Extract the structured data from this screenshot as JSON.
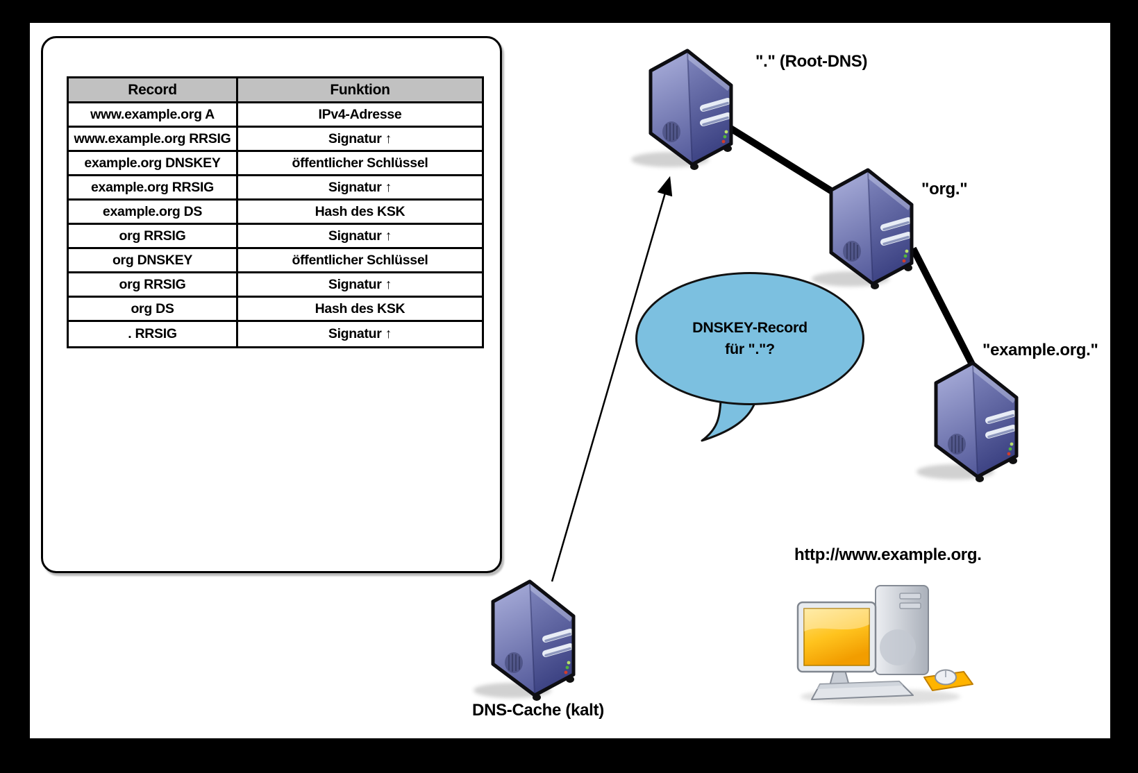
{
  "diagram": {
    "table": {
      "headers": [
        "Record",
        "Funktion"
      ],
      "rows": [
        [
          "www.example.org A",
          "IPv4-Adresse"
        ],
        [
          "www.example.org RRSIG",
          "Signatur ↑"
        ],
        [
          "example.org DNSKEY",
          "öffentlicher Schlüssel"
        ],
        [
          "example.org RRSIG",
          "Signatur ↑"
        ],
        [
          "example.org DS",
          "Hash des KSK"
        ],
        [
          "org RRSIG",
          "Signatur ↑"
        ],
        [
          "org DNSKEY",
          "öffentlicher Schlüssel"
        ],
        [
          "org RRSIG",
          "Signatur ↑"
        ],
        [
          "org DS",
          "Hash des KSK"
        ],
        [
          ". RRSIG",
          "Signatur ↑"
        ]
      ]
    },
    "nodes": {
      "root": {
        "label": "\".\" (Root-DNS)"
      },
      "org": {
        "label": "\"org.\""
      },
      "example": {
        "label": "\"example.org.\""
      },
      "cache": {
        "label": "DNS-Cache (kalt)"
      },
      "client": {
        "label": "http://www.example.org."
      }
    },
    "speech_bubble": {
      "line1": "DNSKEY-Record",
      "line2": "für \".\"?"
    },
    "colors": {
      "speech_bubble_fill": "#7cc0e0",
      "table_header_bg": "#c1c1c1",
      "connector": "#000000",
      "server_front": "#9ba1d0",
      "server_side": "#4a508e"
    }
  }
}
